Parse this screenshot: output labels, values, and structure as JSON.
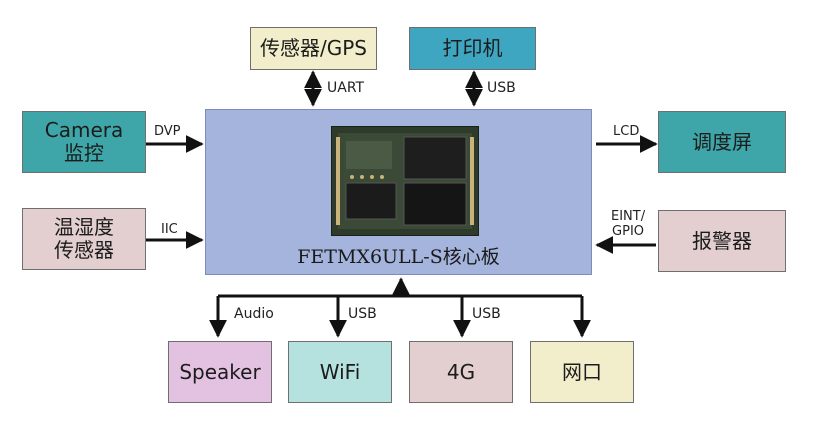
{
  "core": {
    "title": "FETMX6ULL-S核心板"
  },
  "top_boxes": [
    {
      "lines": [
        "传感器/GPS"
      ],
      "link_label": "UART",
      "fill": "#f2eecb"
    },
    {
      "lines": [
        "打印机"
      ],
      "link_label": "USB",
      "fill": "#3ea6c1"
    }
  ],
  "left_boxes": [
    {
      "lines": [
        "Camera",
        "监控"
      ],
      "link_label": "DVP",
      "fill": "#3ea6a8"
    },
    {
      "lines": [
        "温湿度",
        "传感器"
      ],
      "link_label": "IIC",
      "fill": "#e3cfcf"
    }
  ],
  "right_boxes": [
    {
      "lines": [
        "调度屏"
      ],
      "link_label": "LCD",
      "fill": "#3ea6a8"
    },
    {
      "lines": [
        "报警器"
      ],
      "link_label_lines": [
        "EINT/",
        "GPIO"
      ],
      "fill": "#e3cfcf"
    }
  ],
  "bottom_boxes": [
    {
      "lines": [
        "Speaker"
      ],
      "link_label": "Audio",
      "fill": "#e3c1e1"
    },
    {
      "lines": [
        "WiFi"
      ],
      "link_label": "USB",
      "fill": "#b5e2df"
    },
    {
      "lines": [
        "4G"
      ],
      "link_label": "USB",
      "fill": "#e3cfcf"
    },
    {
      "lines": [
        "网口"
      ],
      "fill": "#f2eecb"
    }
  ]
}
